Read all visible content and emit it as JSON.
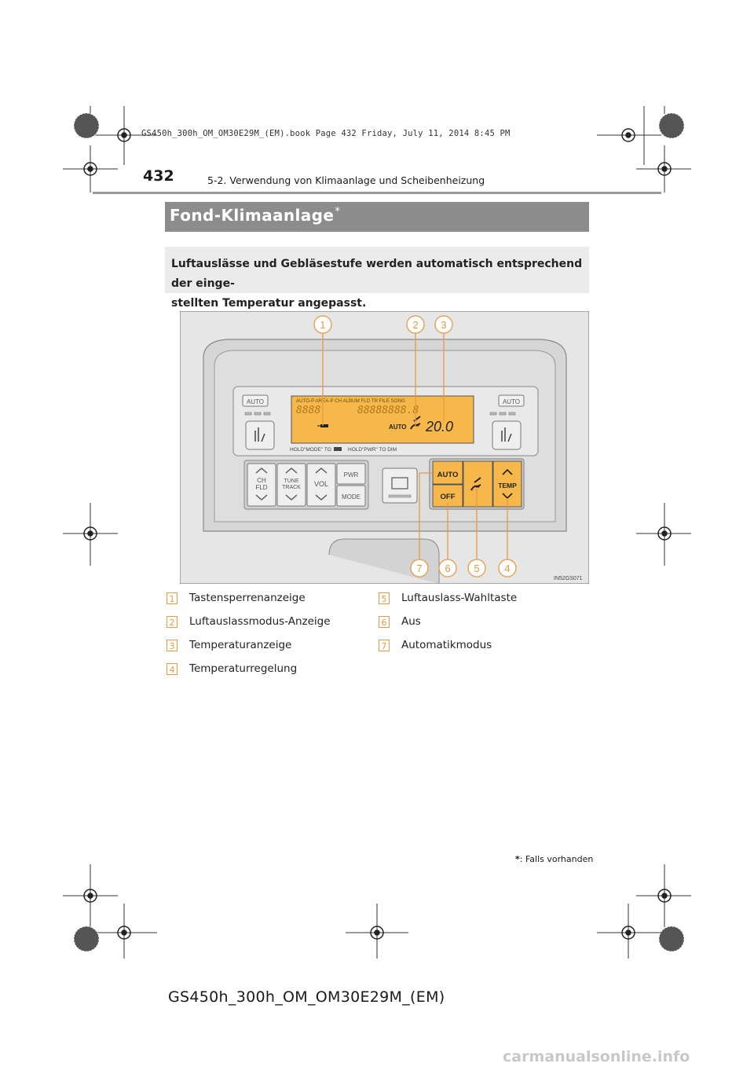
{
  "print_header": "GS450h_300h_OM_OM30E29M_(EM).book  Page 432  Friday, July 11, 2014  8:45 PM",
  "page_number": "432",
  "section_title": "5-2. Verwendung von Klimaanlage und Scheibenheizung",
  "title": "Fond-Klimaanlage",
  "title_marker": "*",
  "intro": {
    "line1": "Luftauslässe und Gebläsestufe werden automatisch entsprechend der einge-",
    "line2": "stellten Temperatur angepasst."
  },
  "figure": {
    "callouts": [
      "1",
      "2",
      "3",
      "4",
      "5",
      "6",
      "7"
    ],
    "image_code": "IN52GS071",
    "display": {
      "top_line": "AUTO-P AREA-P CH ALBUM FLD TR FILE SONG",
      "segments_left": "8888",
      "segments_right": "88888888.8",
      "auto": "AUTO",
      "temperature": "20.0",
      "bottom_left": "HOLD\"MODE\" TO",
      "bottom_right": "HOLD\"PWR\" TO DIM"
    },
    "buttons": {
      "auto_left": "AUTO",
      "auto_right": "AUTO",
      "ch": "CH",
      "fld": "FLD",
      "tune": "TUNE",
      "track": "TRACK",
      "vol": "VOL",
      "pwr": "PWR",
      "mode": "MODE",
      "climate_auto": "AUTO",
      "climate_off": "OFF",
      "temp": "TEMP"
    },
    "colors": {
      "amber": "#f7b84b",
      "panel": "#d9d9d9",
      "callout": "#e39b45"
    }
  },
  "legend": [
    {
      "num": "1",
      "label": "Tastensperrenanzeige"
    },
    {
      "num": "2",
      "label": "Luftauslassmodus-Anzeige"
    },
    {
      "num": "3",
      "label": "Temperaturanzeige"
    },
    {
      "num": "4",
      "label": "Temperaturregelung"
    },
    {
      "num": "5",
      "label": "Luftauslass-Wahltaste"
    },
    {
      "num": "6",
      "label": "Aus"
    },
    {
      "num": "7",
      "label": "Automatikmodus"
    }
  ],
  "footnote": {
    "marker": "*",
    "text": ": Falls vorhanden"
  },
  "footer_code": "GS450h_300h_OM_OM30E29M_(EM)",
  "footer_site": "carmanualsonline.info"
}
